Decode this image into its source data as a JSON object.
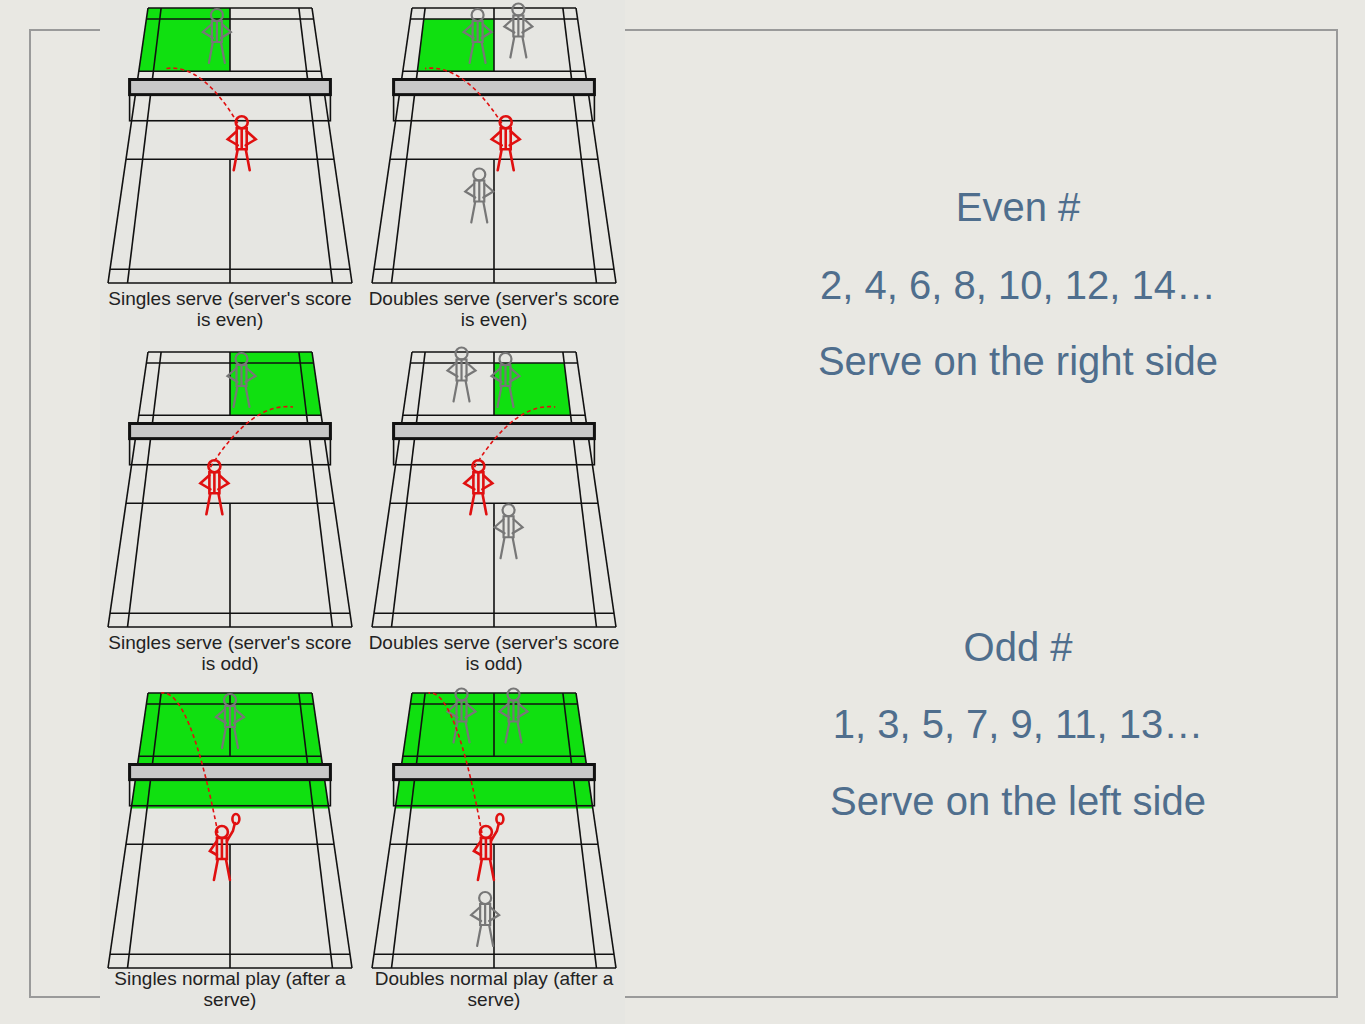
{
  "diagram": {
    "labels": [
      "Singles serve (server's score is even)",
      "Doubles serve (server's score is even)",
      "Singles serve (server's score is odd)",
      "Doubles serve (server's score is odd)",
      "Singles normal play (after a serve)",
      "Doubles normal play (after a serve)",
      "Even #",
      "2, 4, 6, 8, 10, 12, 14…",
      "Serve on the right side",
      "Odd #",
      "1, 3, 5, 7, 9, 11, 13…",
      "Serve on the left side"
    ]
  }
}
